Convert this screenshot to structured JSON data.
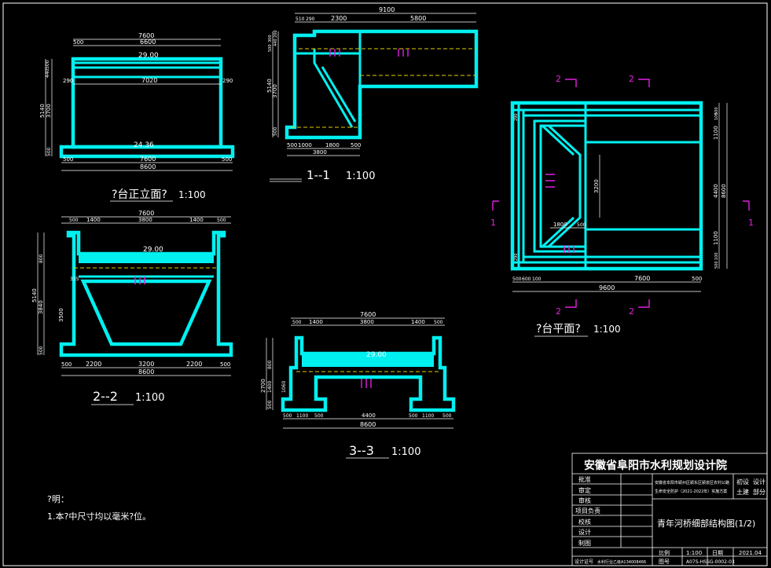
{
  "views": {
    "elevation": {
      "title": "?台正立面?",
      "scale": "1:100",
      "dims": {
        "top_total": "7600",
        "top_mid": "6600",
        "top_left": "500",
        "inner": "7020",
        "left_290": "290",
        "right_290": "290",
        "bot_total": "7600",
        "bot_left": "500",
        "bot_right": "500",
        "overall": "8600",
        "v_500_1": "500",
        "v_440": "440",
        "v_3700": "3700",
        "v_5140": "5140",
        "v_500_2": "500"
      },
      "elev_top": "29.00",
      "elev_bot": "24.36"
    },
    "sec11": {
      "title": "1--1",
      "scale": "1:100",
      "dims": {
        "total": "9100",
        "d510": "510",
        "d290": "290",
        "d2300": "2300",
        "d5800": "5800",
        "b500a": "500",
        "b1000": "1000",
        "b1800": "1800",
        "b500b": "500",
        "b3800": "3800",
        "v_5140": "5140",
        "v_3700": "3700",
        "v_500": "500",
        "v_200": "200",
        "v_440": "440",
        "v_300": "300",
        "v_500b": "500"
      }
    },
    "sec22": {
      "title": "2--2",
      "scale": "1:100",
      "dims": {
        "top": "7600",
        "t500": "500",
        "t1400a": "1400",
        "t3800": "3800",
        "t1400b": "1400",
        "t500b": "500",
        "b500a": "500",
        "b2200a": "2200",
        "b3200": "3200",
        "b2200b": "2200",
        "b500b": "500",
        "overall": "8600",
        "v_5140": "5140",
        "v_3840": "3840",
        "v_3500": "3500",
        "v_800": "800",
        "v_500": "500",
        "v_335": "335"
      },
      "elev_top": "29.00"
    },
    "sec33": {
      "title": "3--3",
      "scale": "1:100",
      "dims": {
        "top": "7600",
        "t500": "500",
        "t1400a": "1400",
        "t3800": "3800",
        "t1400b": "1400",
        "t500b": "500",
        "b500a": "500",
        "b1100a": "1100",
        "b500c": "500",
        "b4400": "4400",
        "b500d": "500",
        "b1100b": "1100",
        "b500b": "500",
        "overall": "8600",
        "v_2700": "2700",
        "v_800": "800",
        "v_1400": "1400",
        "v_500": "500",
        "v_1060": "1060"
      },
      "elev_top": "29.00"
    },
    "plan": {
      "title": "?台平面?",
      "scale": "1:100",
      "dims": {
        "b500a": "500",
        "b600": "600",
        "b100": "100",
        "b7600": "7600",
        "b500b": "500",
        "overall": "9600",
        "inner_1800": "1800",
        "inner_500": "500",
        "inner_3200": "3200",
        "v_1100a": "1100",
        "v_4400": "4400",
        "v_1100b": "1100",
        "v_8600": "8600",
        "v_500a": "500",
        "v_100a": "100",
        "v_500b": "500",
        "v_100b": "100",
        "v_290a": "290",
        "v_290b": "290"
      },
      "cut1": "1",
      "cut2": "2"
    }
  },
  "notes": {
    "heading": "?明：",
    "item1": "1.本?中尺寸均以毫米?位。"
  },
  "title_block": {
    "institute": "安徽省阜阳市水利规划设计院",
    "project_line1": "安徽省阜阳市颍州区颍东区颍泉区农村公路",
    "project_line2": "生命安全防护（2021-2022年）实施方案",
    "discipline": "初设",
    "design": "设计",
    "civil": "土建",
    "part": "部分",
    "drawing_title": "青年河桥细部结构图(1/2)",
    "rows": [
      "批准",
      "审定",
      "审核",
      "项目负责",
      "校核",
      "设计",
      "制图"
    ],
    "scale_label": "比例",
    "scale_value": "1:100",
    "date_label": "日期",
    "date_value": "2021.04",
    "cert_label": "设计证号",
    "cert_value": "水利行业乙级A134008466",
    "num_label": "图号",
    "num_value": "A07S-HSSG-0002-03"
  }
}
